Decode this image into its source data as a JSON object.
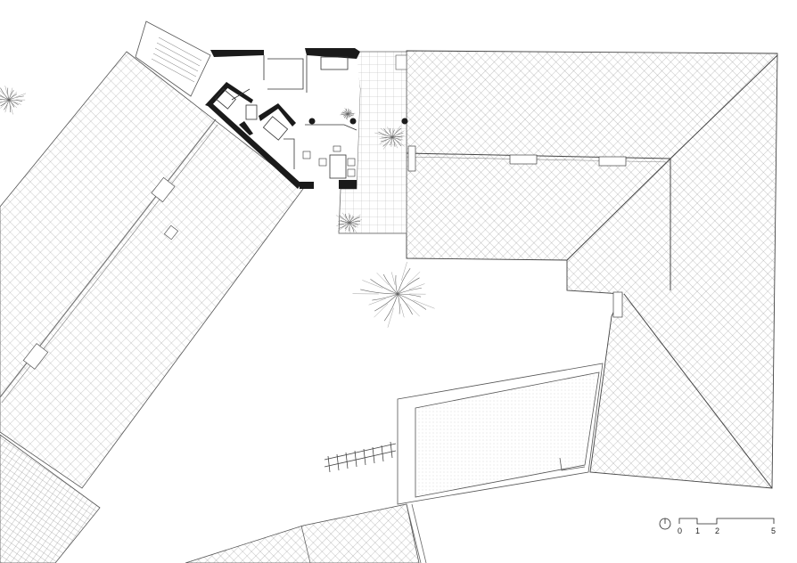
{
  "drawing": {
    "type": "site-plan",
    "line_color": "#222222",
    "wall_color": "#1a1a1a",
    "background": "#ffffff"
  },
  "scale_bar": {
    "ticks": [
      "0",
      "1",
      "2",
      "5"
    ]
  },
  "north_icon": "north-arrow-icon",
  "trees": [
    "tree-icon",
    "tree-icon",
    "tree-icon",
    "tree-icon",
    "tree-icon"
  ]
}
